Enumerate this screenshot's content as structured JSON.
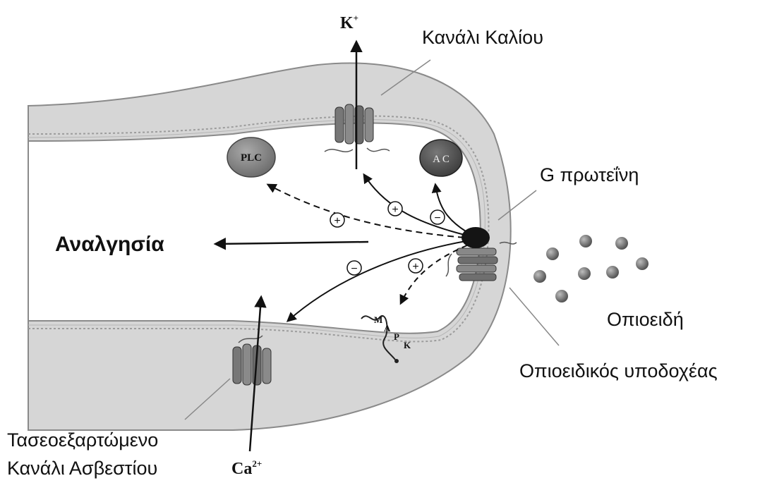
{
  "labels": {
    "potassium_channel": "Κανάλι Καλίου",
    "g_protein": "G πρωτεΐνη",
    "analgesia": "Αναλγησία",
    "opioids": "Οπιοειδή",
    "opioid_receptor": "Οπιοειδικός υποδοχέας",
    "calcium_channel_line1": "Τασεοεξαρτώμενο",
    "calcium_channel_line2": "Κανάλι Ασβεστίου"
  },
  "ions": {
    "potassium": "K",
    "potassium_charge": "+",
    "calcium": "Ca",
    "calcium_charge": "2+"
  },
  "enzymes": {
    "plc": "PLC",
    "ac": "A C"
  },
  "mapk": [
    "M",
    "A",
    "P",
    "K"
  ],
  "signs": {
    "plus": "+",
    "minus": "−"
  },
  "colors": {
    "membrane": "#d9d9d9",
    "membrane_edge": "#9a9a9a",
    "enzyme": "#7e7e7e",
    "g_protein": "#141414",
    "opioid": "#6f6f6f",
    "arrow": "#111111"
  }
}
